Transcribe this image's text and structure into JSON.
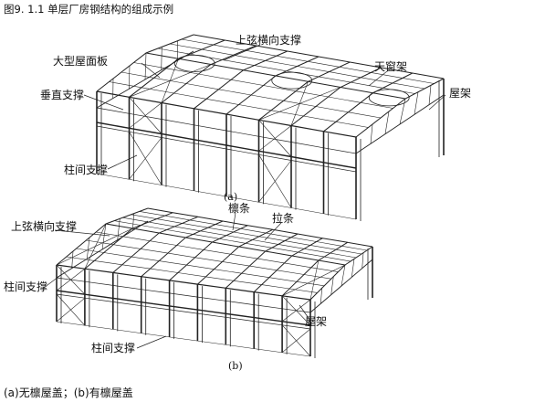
{
  "figure_title": "图9. 1.1  单层厂房钢结构的组成示例",
  "diagram_a": {
    "sublabel": "(a)",
    "labels": {
      "top_chord_bracing": "上弦横向支撑",
      "large_roof_panel": "大型屋面板",
      "skylight_frame": "天窗架",
      "roof_truss": "屋架",
      "vertical_bracing": "垂直支撑",
      "column_bracing": "柱间支撑"
    }
  },
  "diagram_b": {
    "sublabel": "(b)",
    "labels": {
      "purlin": "檩条",
      "tie_bar": "拉条",
      "top_chord_bracing": "上弦横向支撑",
      "column_bracing_left": "柱间支撑",
      "roof_truss": "屋架",
      "column_bracing_bottom": "柱间支撑"
    }
  },
  "caption": "(a)无檩屋盖；(b)有檩屋盖",
  "colors": {
    "line": "#222222",
    "background": "#ffffff"
  }
}
